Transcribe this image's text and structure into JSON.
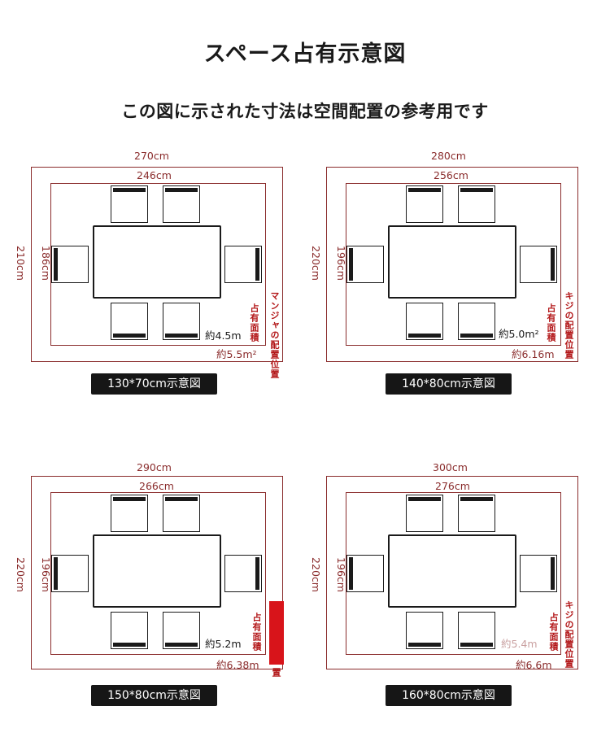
{
  "title": "スペース占有示意図",
  "subtitle": "この図に示された寸法は空間配置の参考用です",
  "diagrams": [
    {
      "outer_w": "270cm",
      "inner_w": "246cm",
      "outer_h": "210cm",
      "inner_h": "186cm",
      "area_inner": "約4.5m",
      "area_outer": "約5.5m²",
      "side_label": "マンジャの配置位置",
      "occupancy_label": "占有面積",
      "caption": "130*70cm示意図"
    },
    {
      "outer_w": "280cm",
      "inner_w": "256cm",
      "outer_h": "220cm",
      "inner_h": "196cm",
      "area_inner": "約5.0m²",
      "area_outer": "約6.16m",
      "side_label": "キジの配置位置",
      "occupancy_label": "占有面積",
      "caption": "140*80cm示意図"
    },
    {
      "outer_w": "290cm",
      "inner_w": "266cm",
      "outer_h": "220cm",
      "inner_h": "196cm",
      "area_inner": "約5.2m",
      "area_outer": "約6.38m",
      "side_label": "置",
      "occupancy_label": "占有面積",
      "caption": "150*80cm示意図"
    },
    {
      "outer_w": "300cm",
      "inner_w": "276cm",
      "outer_h": "220cm",
      "inner_h": "196cm",
      "area_inner": "約5.4m",
      "area_outer": "約6.6m",
      "side_label": "キジの配置位置",
      "occupancy_label": "占有面積",
      "caption": "160*80cm示意図"
    }
  ],
  "colors": {
    "dimension_line": "#8a2c2c",
    "highlight_red": "#d8141a",
    "caption_bg": "#161616"
  }
}
